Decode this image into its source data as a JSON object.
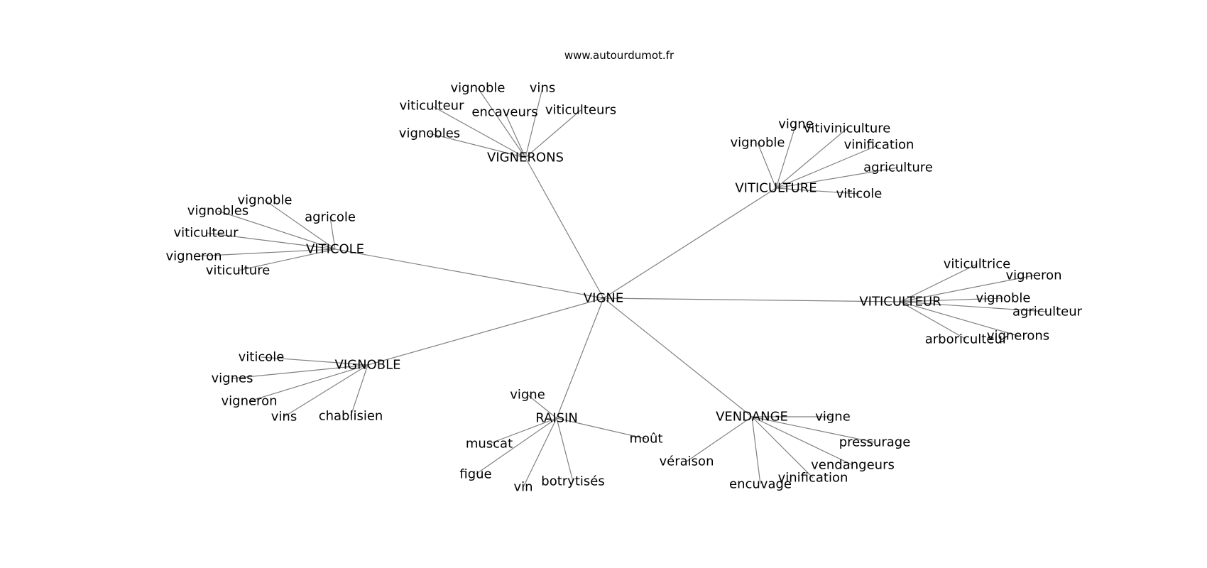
{
  "source_label": "www.autourdumot.fr",
  "colors": {
    "edge": "#808080",
    "text": "#000000",
    "background": "#ffffff"
  },
  "graph": {
    "root": "VIGNE",
    "hubs": [
      {
        "id": "vignerons",
        "label": "VIGNERONS",
        "leaves": [
          "vignoble",
          "vins",
          "viticulteur",
          "encaveurs",
          "viticulteurs",
          "vignobles"
        ]
      },
      {
        "id": "viticulture",
        "label": "VITICULTURE",
        "leaves": [
          "vigne",
          "vitiviniculture",
          "vignoble",
          "vinification",
          "agriculture",
          "viticole"
        ]
      },
      {
        "id": "viticole",
        "label": "VITICOLE",
        "leaves": [
          "vignoble",
          "vignobles",
          "agricole",
          "viticulteur",
          "vigneron",
          "viticulture"
        ]
      },
      {
        "id": "viticulteur",
        "label": "VITICULTEUR",
        "leaves": [
          "viticultrice",
          "vigneron",
          "vignoble",
          "agriculteur",
          "vignerons",
          "arboriculteur"
        ]
      },
      {
        "id": "vignoble",
        "label": "VIGNOBLE",
        "leaves": [
          "viticole",
          "vignes",
          "vigneron",
          "vins",
          "chablisien"
        ]
      },
      {
        "id": "raisin",
        "label": "RAISIN",
        "leaves": [
          "vigne",
          "moût",
          "muscat",
          "figue",
          "vin",
          "botrytisés"
        ]
      },
      {
        "id": "vendange",
        "label": "VENDANGE",
        "leaves": [
          "vigne",
          "pressurage",
          "véraison",
          "vendangeurs",
          "vinification",
          "encuvage"
        ]
      }
    ]
  }
}
